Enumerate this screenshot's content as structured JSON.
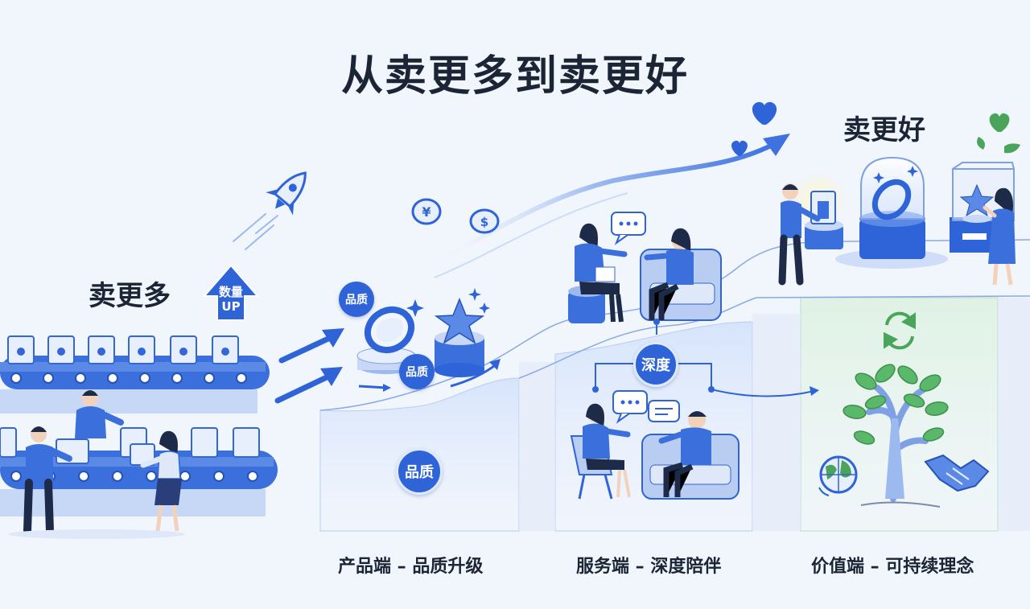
{
  "title": "从卖更多到卖更好",
  "left_heading": "卖更多",
  "right_heading": "卖更好",
  "volume_badge": {
    "line1": "数量",
    "line2": "UP"
  },
  "labels": {
    "quality_bubble_top": "品质",
    "quality_bubble_bottom": "品质",
    "quality_badge": "品质",
    "depth_badge": "深度"
  },
  "footer": {
    "product": "产品端 – 品质升级",
    "service": "服务端 – 深度陪伴",
    "value": "价值端 – 可持续理念"
  },
  "colors": {
    "primary": "#2f64d8",
    "accent_light": "#9cb9f0",
    "dark_text": "#1b2536",
    "green": "#4aa55a",
    "background": "#f1f5fc"
  },
  "icons": [
    "rocket-icon",
    "coin-yuan-icon",
    "coin-dollar-icon",
    "heart-icon",
    "recycle-icon",
    "globe-icon",
    "handshake-icon",
    "tree-icon",
    "star-icon",
    "ring-icon",
    "speech-bubble-icon"
  ]
}
